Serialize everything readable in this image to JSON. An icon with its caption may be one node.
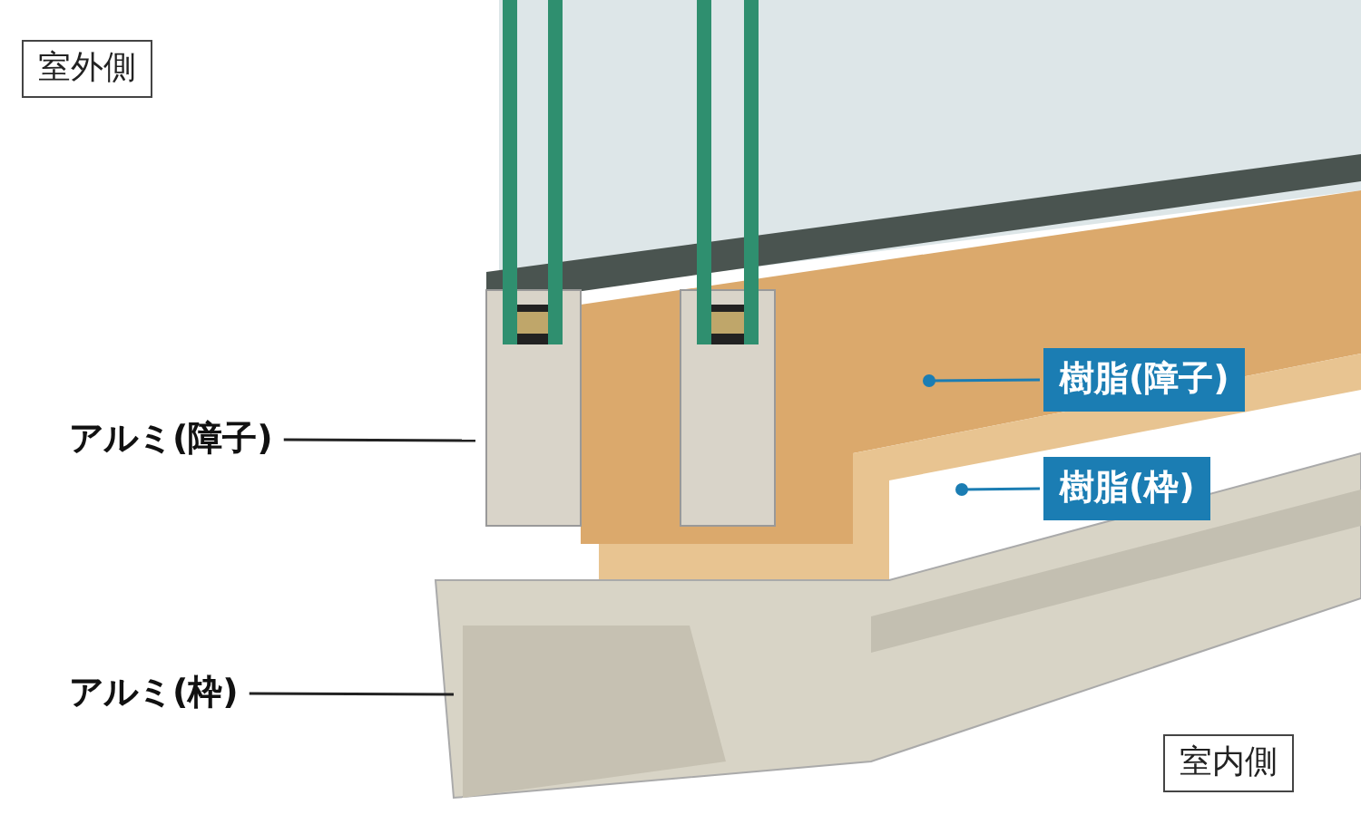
{
  "diagram": {
    "nodes": [
      {
        "text": [
          "室外側"
        ]
      },
      {
        "text": [
          "室内側"
        ]
      },
      {
        "text": [
          "アルミ(障子)"
        ]
      },
      {
        "text": [
          "アルミ(枠)"
        ]
      },
      {
        "text": [
          "樹脂(障子)"
        ]
      },
      {
        "text": [
          "樹脂(枠)"
        ]
      }
    ],
    "edges": [
      {
        "from": 2,
        "to": null,
        "arrow": "none"
      },
      {
        "from": 3,
        "to": null,
        "arrow": "none"
      },
      {
        "from": 4,
        "to": null,
        "arrow": "other",
        "color": "#1b7db3"
      },
      {
        "from": 5,
        "to": null,
        "arrow": "other",
        "color": "#1b7db3"
      }
    ]
  }
}
